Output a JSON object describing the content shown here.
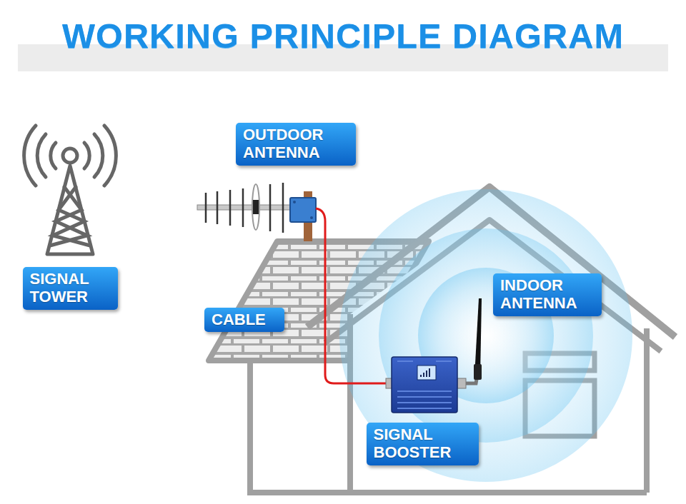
{
  "diagram": {
    "title": "WORKING PRINCIPLE DIAGRAM",
    "nodes": [
      {
        "text": [
          "OUTDOOR ANTENNA"
        ]
      },
      {
        "text": [
          "SIGNAL TOWER"
        ]
      },
      {
        "text": [
          "INDOOR ANTENNA"
        ]
      },
      {
        "text": [
          "CABLE"
        ]
      },
      {
        "text": [
          "SIGNAL BOOSTER"
        ]
      }
    ]
  }
}
